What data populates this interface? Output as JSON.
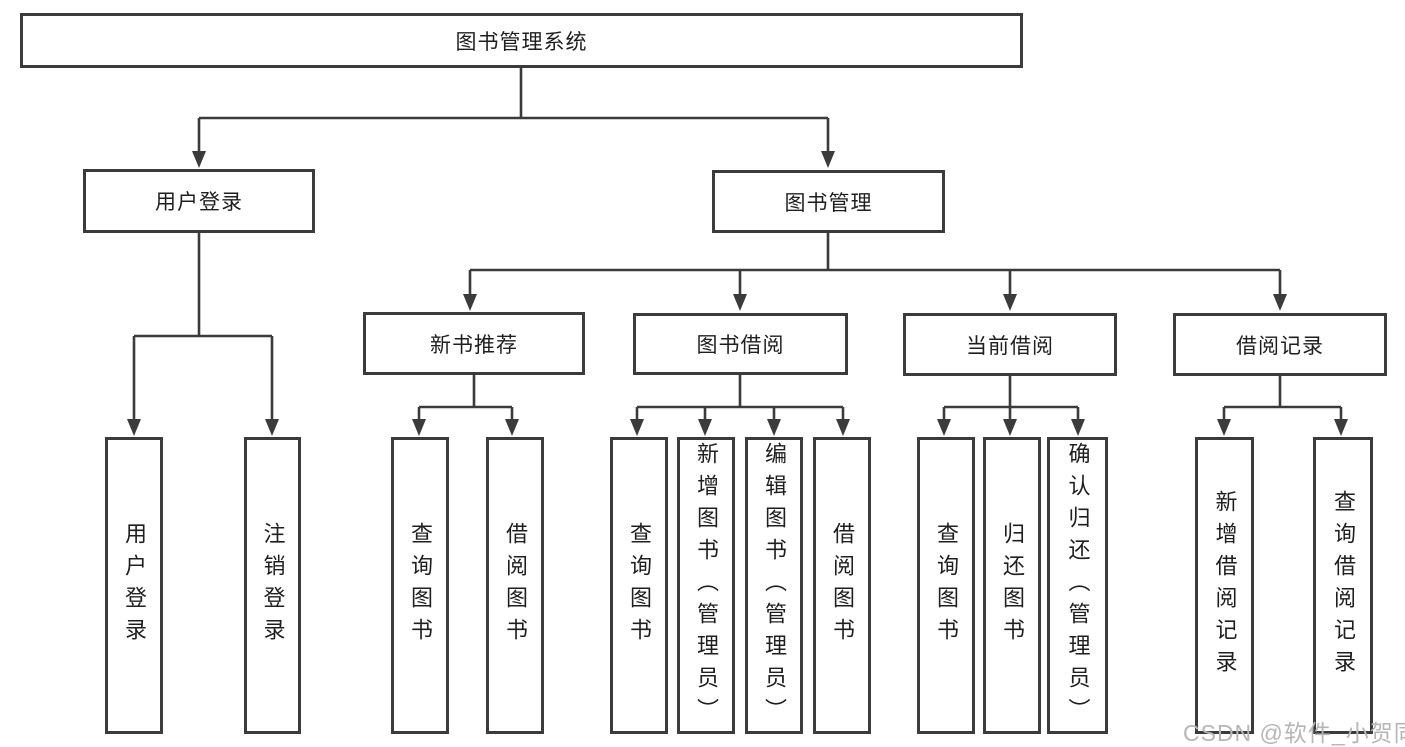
{
  "colors": {
    "line": "#3b3b3b",
    "text": "#1f1f1f",
    "box_background": "#ffffff",
    "watermark": "#b6b6b6"
  },
  "root": {
    "label": "图书管理系统"
  },
  "level2": {
    "user_login": {
      "label": "用户登录"
    },
    "book_mgmt": {
      "label": "图书管理"
    }
  },
  "level3": {
    "new_book_rec": {
      "label": "新书推荐"
    },
    "book_borrow": {
      "label": "图书借阅"
    },
    "current_borrow": {
      "label": "当前借阅"
    },
    "borrow_records": {
      "label": "借阅记录"
    }
  },
  "leaves": {
    "login": {
      "label": "用户登录"
    },
    "logout": {
      "label": "注销登录"
    },
    "nb_query": {
      "label": "查询图书"
    },
    "nb_borrow": {
      "label": "借阅图书"
    },
    "bw_query": {
      "label": "查询图书"
    },
    "bw_add": {
      "label": "新增图书（管理员）"
    },
    "bw_edit": {
      "label": "编辑图书（管理员）"
    },
    "bw_borrow": {
      "label": "借阅图书"
    },
    "cb_query": {
      "label": "查询图书"
    },
    "cb_return": {
      "label": "归还图书"
    },
    "cb_confirm": {
      "label": "确认归还（管理员）"
    },
    "rec_add": {
      "label": "新增借阅记录"
    },
    "rec_query": {
      "label": "查询借阅记录"
    }
  },
  "hierarchy": {
    "root": "图书管理系统",
    "children": [
      {
        "label": "用户登录",
        "children": [
          "用户登录",
          "注销登录"
        ]
      },
      {
        "label": "图书管理",
        "children": [
          {
            "label": "新书推荐",
            "children": [
              "查询图书",
              "借阅图书"
            ]
          },
          {
            "label": "图书借阅",
            "children": [
              "查询图书",
              "新增图书（管理员）",
              "编辑图书（管理员）",
              "借阅图书"
            ]
          },
          {
            "label": "当前借阅",
            "children": [
              "查询图书",
              "归还图书",
              "确认归还（管理员）"
            ]
          },
          {
            "label": "借阅记录",
            "children": [
              "新增借阅记录",
              "查询借阅记录"
            ]
          }
        ]
      }
    ]
  },
  "watermark": {
    "label": "CSDN @软件_小贺同学"
  }
}
